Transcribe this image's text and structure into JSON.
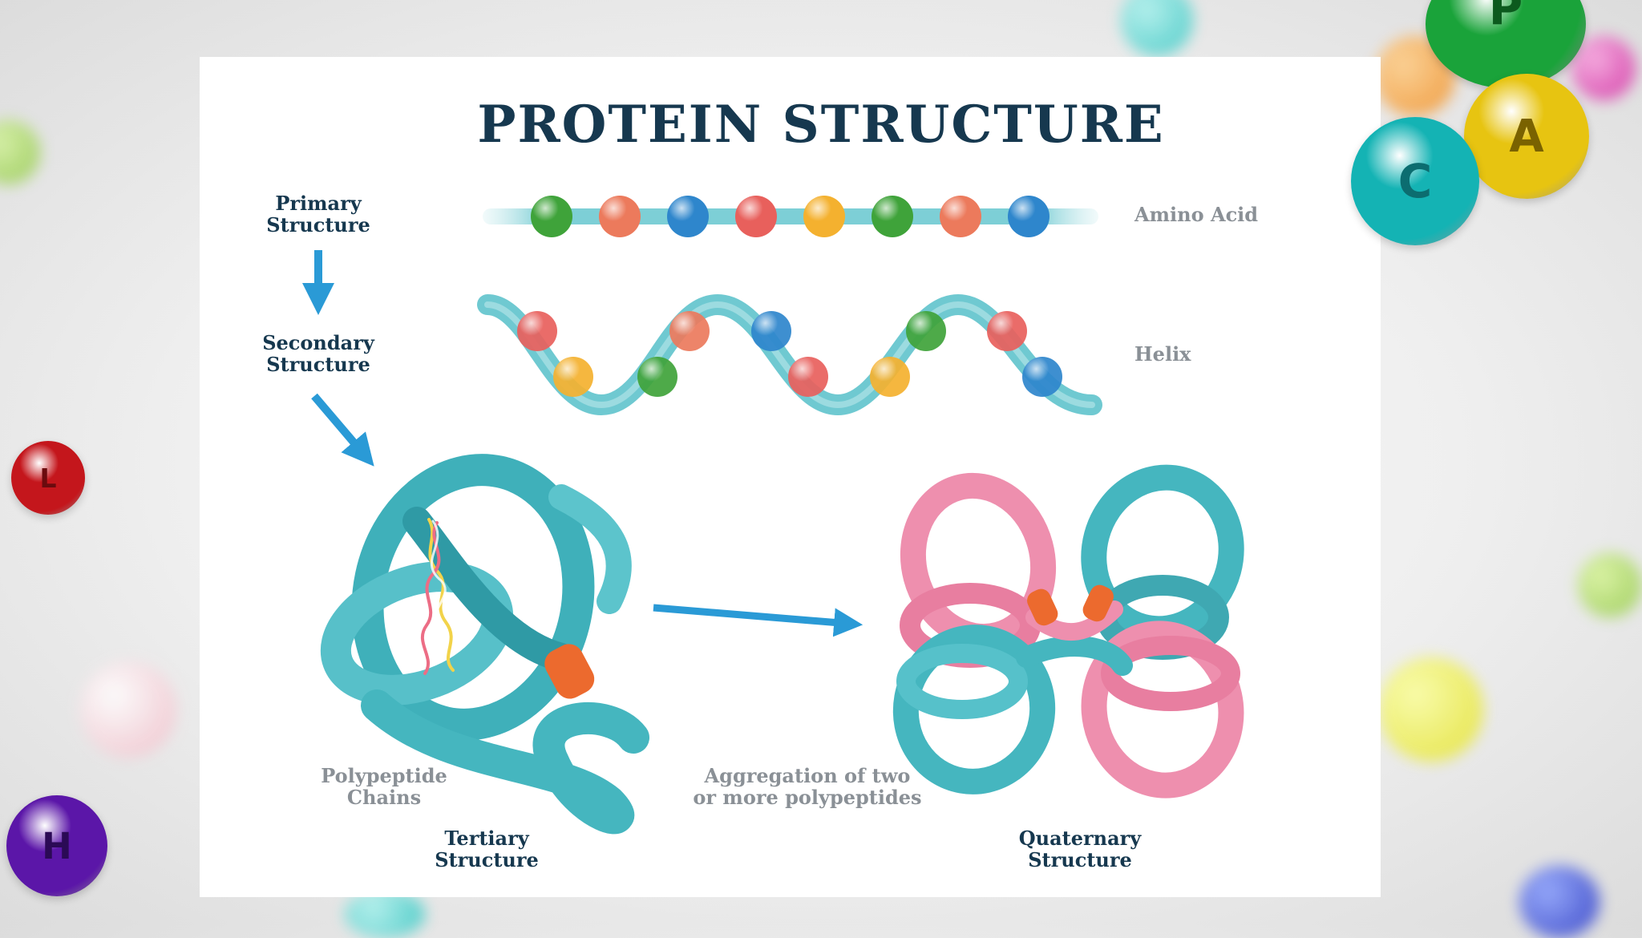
{
  "diagram": {
    "title": "PROTEIN STRUCTURE",
    "stages": {
      "primary": [
        "Primary",
        "Structure"
      ],
      "secondary": [
        "Secondary",
        "Structure"
      ],
      "tertiary": [
        "Tertiary",
        "Structure"
      ],
      "quaternary": [
        "Quaternary",
        "Structure"
      ]
    },
    "annotations": {
      "amino_acid": "Amino Acid",
      "helix": "Helix",
      "polypeptide": [
        "Polypeptide",
        "Chains"
      ],
      "aggregation": [
        "Aggregation of two",
        "or more polypeptides"
      ]
    },
    "amino_acid_colors": [
      "#3fa33a",
      "#ec7a5c",
      "#2e86cc",
      "#e8605c",
      "#f4b12f",
      "#3fa33a",
      "#ec7a5c",
      "#2e86cc"
    ],
    "helix_bead_colors": [
      "#e8605c",
      "#f4b12f",
      "#3fa33a",
      "#ec7a5c",
      "#2e86cc",
      "#e8605c",
      "#f4b12f",
      "#3fa33a",
      "#e8605c",
      "#2e86cc"
    ]
  },
  "decor_balls": [
    {
      "letter": "P",
      "color": "#1aa33a",
      "icon": "element-ball-p"
    },
    {
      "letter": "A",
      "color": "#e7c411",
      "icon": "element-ball-a"
    },
    {
      "letter": "C",
      "color": "#14b3b4",
      "icon": "element-ball-c"
    },
    {
      "letter": "L",
      "color": "#c4161c",
      "icon": "element-ball-l"
    },
    {
      "letter": "H",
      "color": "#5b16a8",
      "icon": "element-ball-h"
    }
  ],
  "colors": {
    "ribbon": "#4fbcc6",
    "ribbon_dark": "#2f9aa5",
    "ribbon_pink": "#ee8fae",
    "arrow": "#2a9ad6",
    "title": "#16384f"
  }
}
